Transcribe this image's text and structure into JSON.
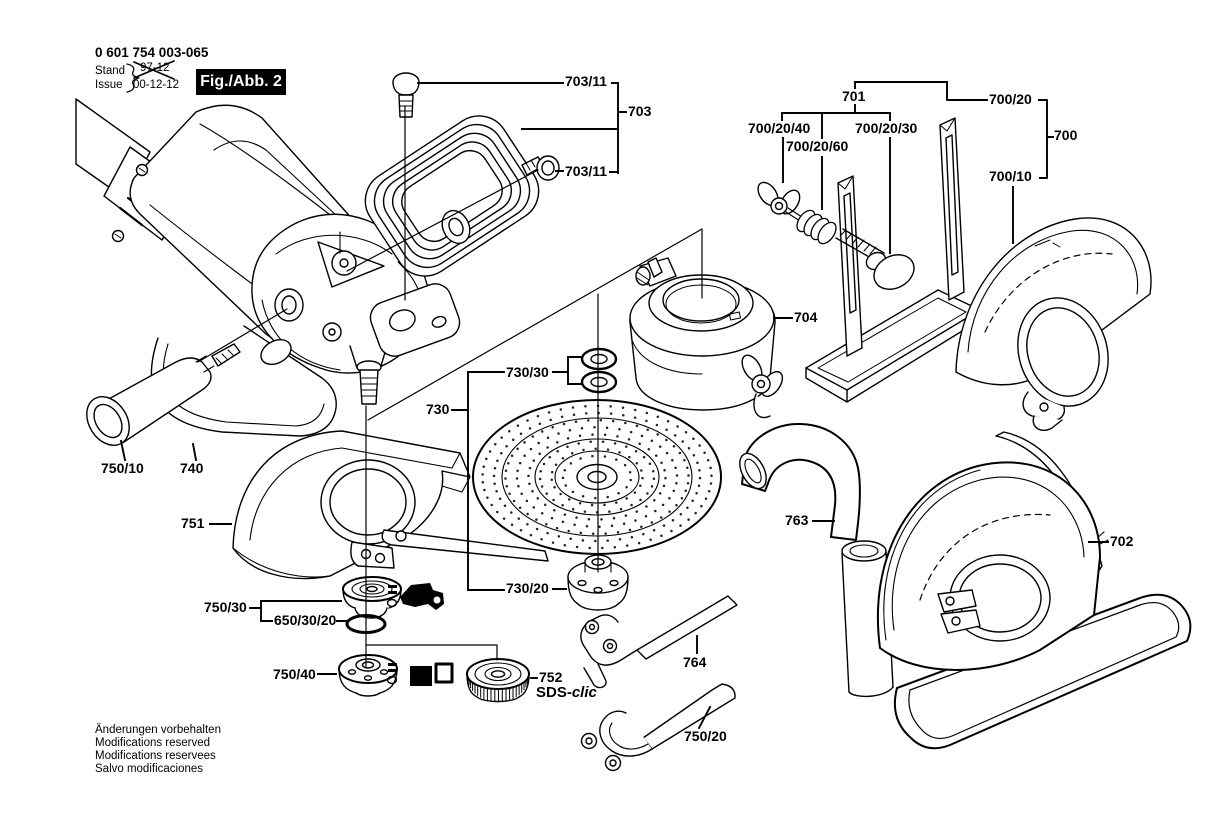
{
  "colors": {
    "ink": "#000000",
    "paper": "#ffffff"
  },
  "header": {
    "part_number": "0 601 754 003-065",
    "stand_label": "Stand",
    "issue_label": "Issue",
    "superseded_date": "97-12",
    "issue_date": "00-12-12",
    "figure_label": "Fig./Abb. 2"
  },
  "footer": {
    "lines": [
      "Änderungen vorbehalten",
      "Modifications reserved",
      "Modifications reservees",
      "Salvo modificaciones"
    ]
  },
  "part_labels": {
    "closed_handle_screw_top": "703/11",
    "closed_handle": "703",
    "closed_handle_screw_side": "703/11",
    "fastener_set": "701",
    "wing_nut": "700/20/40",
    "spring": "700/20/60",
    "carriage_bolt": "700/20/30",
    "guide_rails": "700/20",
    "depth_guide": "700",
    "cutting_guard": "700/10",
    "extraction_collar": "704",
    "washers": "730/30",
    "sanding_pad_set": "730",
    "clamping_flange_pad": "730/20",
    "side_handle": "750/10",
    "retaining_bracket": "740",
    "wheel_guard": "751",
    "mounting_flange": "750/30",
    "o_ring": "650/30/20",
    "clamping_nut": "750/40",
    "quick_nut": "752",
    "quick_nut_brand_bold": "SDS-",
    "quick_nut_brand_italic": "clic",
    "offset_pin_wrench": "764",
    "pin_spanner": "750/20",
    "suction_hose": "763",
    "cutting_guide": "702"
  }
}
